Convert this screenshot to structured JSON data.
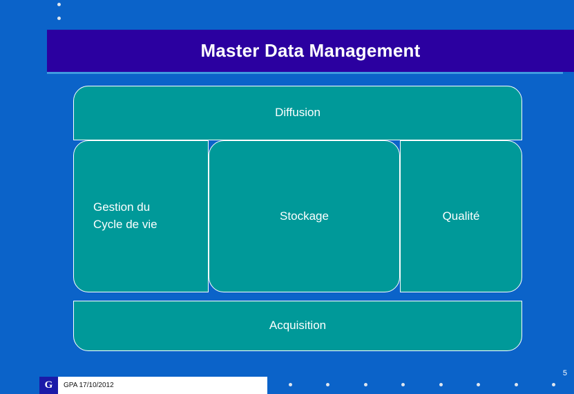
{
  "slide": {
    "title": "Master Data Management",
    "number": "5",
    "footer": {
      "logo_glyph": "G",
      "date_text": "GPA 17/10/2012"
    },
    "diagram": {
      "type": "nested-boxes",
      "boxes": [
        {
          "id": "diffusion",
          "label": "Diffusion"
        },
        {
          "id": "gestion-cycle-de-vie",
          "label": "Gestion du\nCycle de vie",
          "line1": "Gestion du",
          "line2": "Cycle de vie"
        },
        {
          "id": "stockage",
          "label": "Stockage"
        },
        {
          "id": "qualite",
          "label": "Qualité"
        },
        {
          "id": "acquisition",
          "label": "Acquisition"
        }
      ]
    },
    "colors": {
      "background": "#0b63c9",
      "title_banner": "#2b00a0",
      "box_fill": "#009999",
      "accent_line": "#3f9be0",
      "text_on_box": "#ffffff"
    }
  }
}
